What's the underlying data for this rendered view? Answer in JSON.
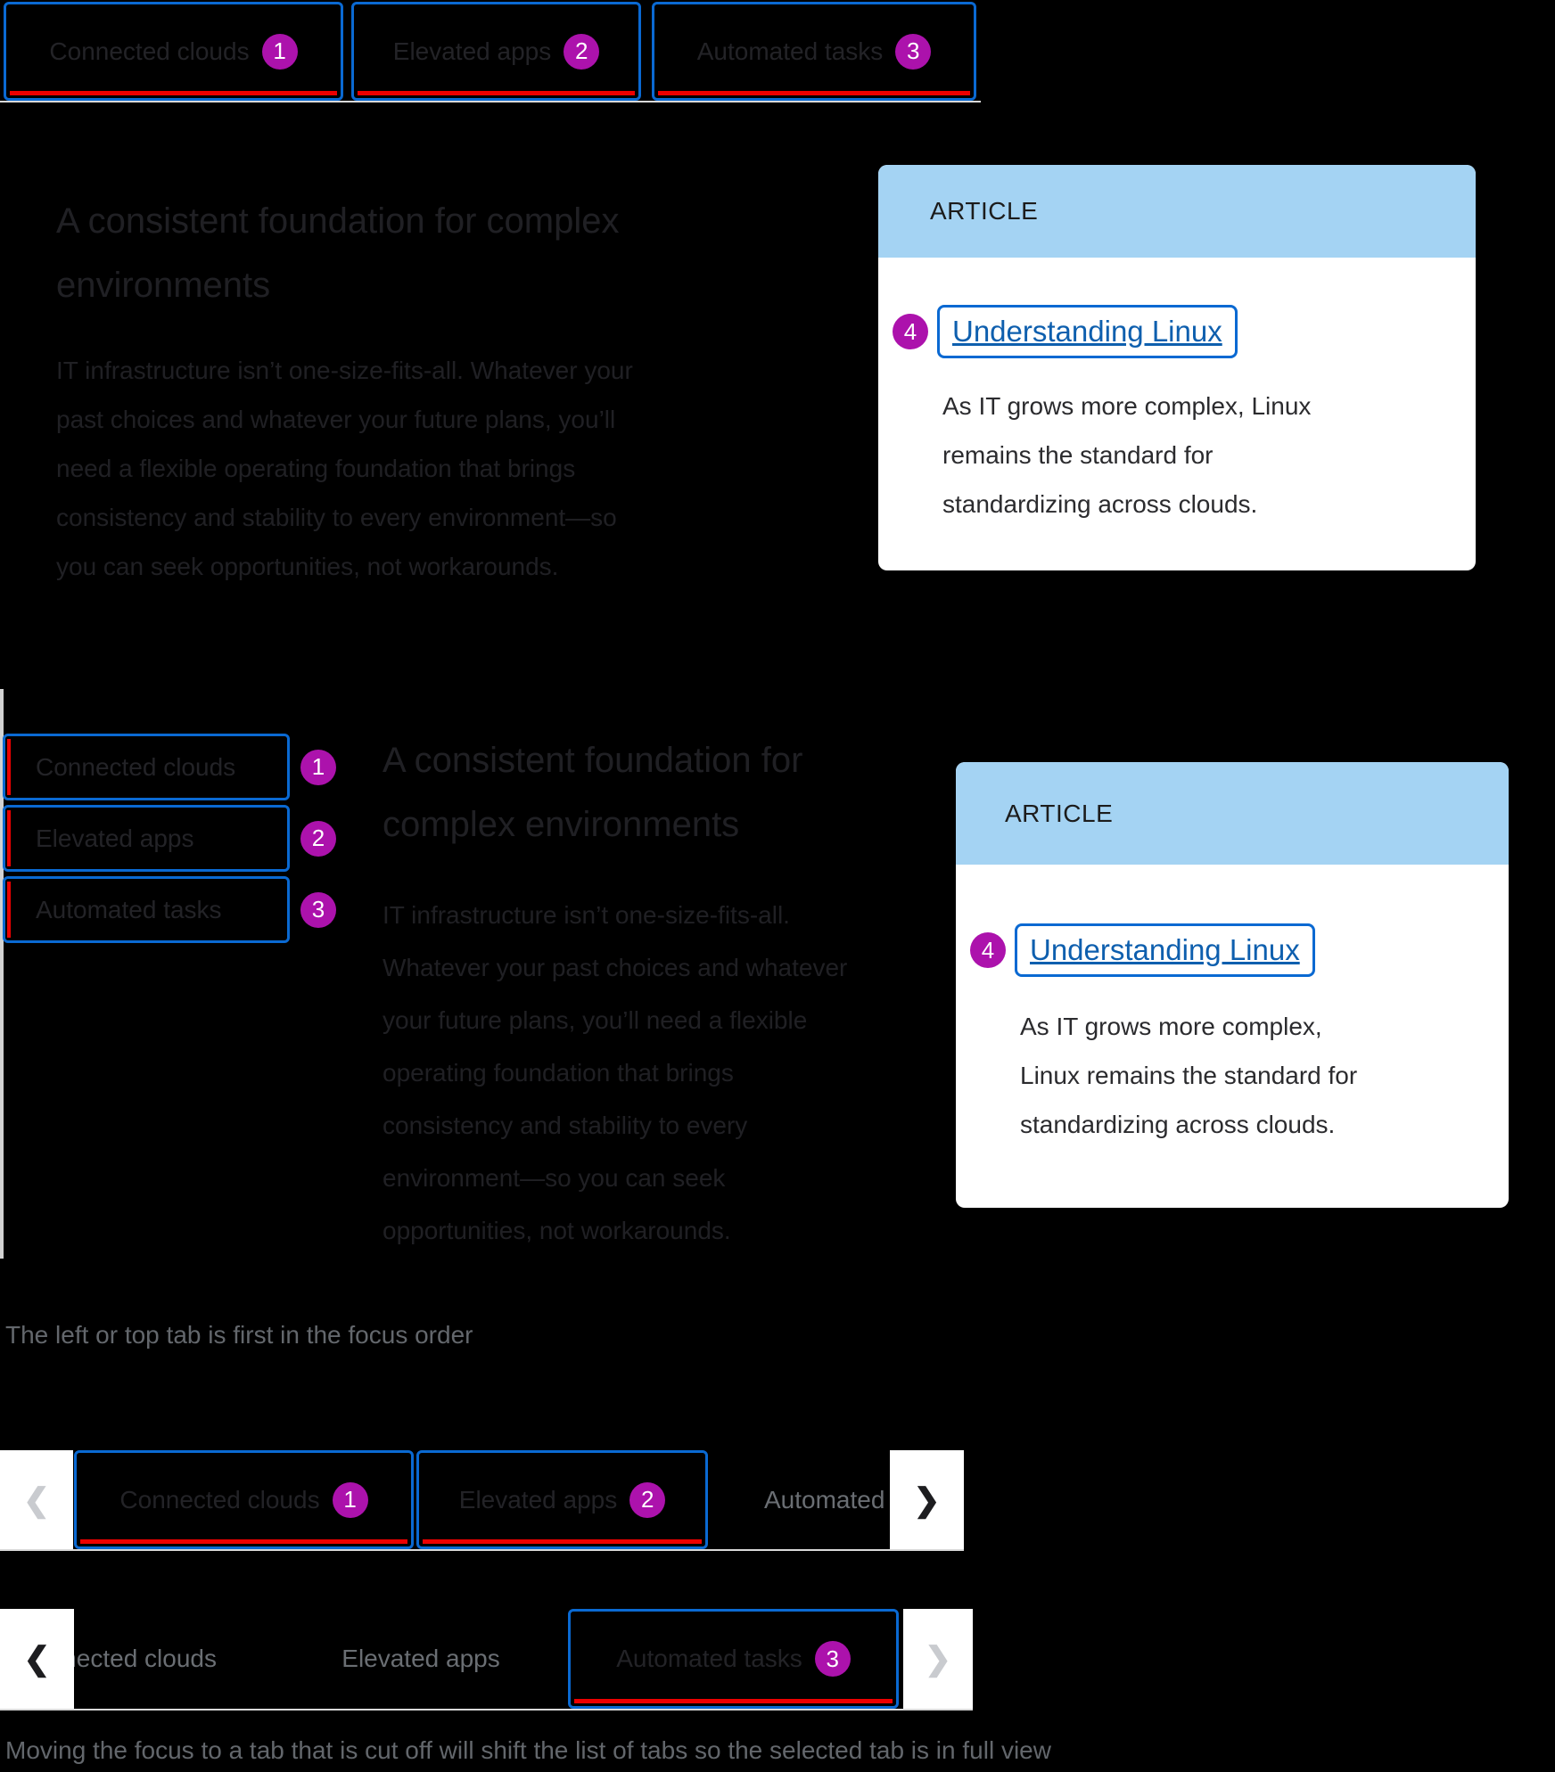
{
  "colors": {
    "focus_blue": "#0a69d2",
    "indicator_red": "#ed0000",
    "badge_magenta": "#ac12ac",
    "card_header_blue": "#a4d3f3",
    "link_blue": "#0e5fae",
    "muted_gray": "#6a6e73",
    "border_gray": "#d9d9d9",
    "background": "#000000"
  },
  "icons": {
    "chevron_left": "❮",
    "chevron_right": "❯"
  },
  "horizontal": {
    "tabs": [
      {
        "label": "Connected clouds",
        "badge": "1"
      },
      {
        "label": "Elevated apps",
        "badge": "2"
      },
      {
        "label": "Automated tasks",
        "badge": "3"
      }
    ],
    "heading": "A consistent foundation for complex environments",
    "body": "IT infrastructure isn’t one-size-fits-all. Whatever your past choices and whatever your future plans, you’ll need a flexible operating foundation that brings consistency and stability to every environment—so you can seek opportunities, not workarounds.",
    "card": {
      "eyebrow": "ARTICLE",
      "badge": "4",
      "link": "Understanding Linux",
      "description": "As IT grows more complex, Linux remains the standard for standardizing across clouds."
    }
  },
  "vertical": {
    "tabs": [
      {
        "label": "Connected clouds",
        "badge": "1"
      },
      {
        "label": "Elevated apps",
        "badge": "2"
      },
      {
        "label": "Automated tasks",
        "badge": "3"
      }
    ],
    "heading": "A consistent foundation for complex environments",
    "body": "IT infrastructure isn’t one-size-fits-all. Whatever your past choices and whatever your future plans, you’ll need a flexible operating foundation that brings consistency and stability to every environment—so you can seek opportunities, not workarounds.",
    "card": {
      "eyebrow": "ARTICLE",
      "badge": "4",
      "link": "Understanding Linux",
      "description": "As IT grows more complex, Linux remains the standard for standardizing across clouds."
    },
    "caption": "The left or top tab is first in the focus order"
  },
  "overflow": {
    "row1": {
      "left_chevron_state": "disabled",
      "right_chevron_state": "enabled",
      "tabs": [
        {
          "label": "Connected clouds",
          "badge": "1"
        },
        {
          "label": "Elevated apps",
          "badge": "2"
        },
        {
          "label": "Automated tasks"
        }
      ]
    },
    "row2": {
      "left_chevron_state": "enabled",
      "right_chevron_state": "disabled",
      "tabs": [
        {
          "label": "Connected clouds"
        },
        {
          "label": "Elevated apps"
        },
        {
          "label": "Automated tasks",
          "badge": "3"
        }
      ]
    },
    "caption": "Moving the focus to a tab that is cut off will shift the list of tabs so the selected tab is in full view"
  }
}
